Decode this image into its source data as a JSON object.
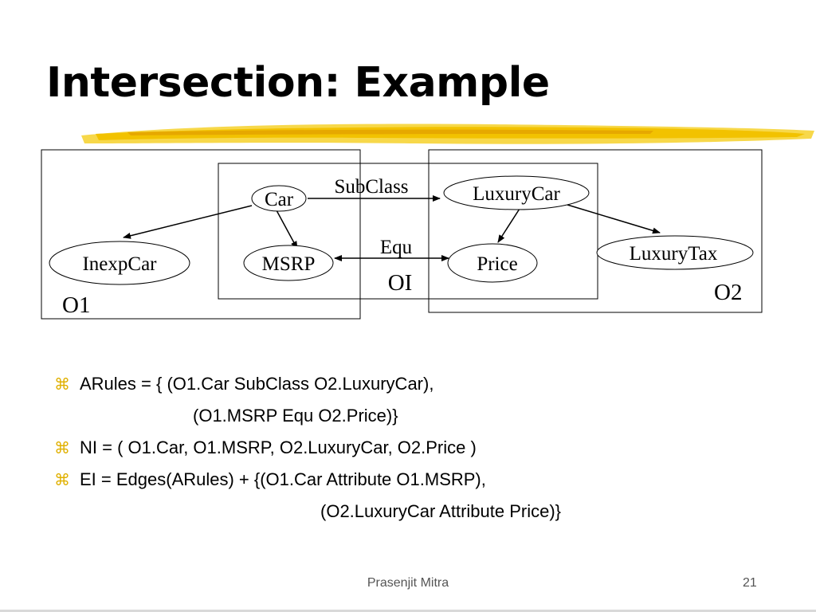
{
  "title": "Intersection: Example",
  "diagram": {
    "boxes": {
      "o1": "O1",
      "o2": "O2",
      "oi": "OI"
    },
    "nodes": {
      "car": "Car",
      "inexpcar": "InexpCar",
      "msrp": "MSRP",
      "luxurycar": "LuxuryCar",
      "price": "Price",
      "luxurytax": "LuxuryTax"
    },
    "edges": {
      "subclass": "SubClass",
      "equ": "Equ"
    }
  },
  "bullets": [
    {
      "lines": [
        "ARules = { (O1.Car SubClass O2.LuxuryCar),",
        "(O1.MSRP Equ O2.Price)}"
      ]
    },
    {
      "lines": [
        "NI = ( O1.Car, O1.MSRP, O2.LuxuryCar, O2.Price )"
      ]
    },
    {
      "lines": [
        "EI = Edges(ARules) + {(O1.Car Attribute O1.MSRP),",
        "(O2.LuxuryCar Attribute Price)}"
      ]
    }
  ],
  "footer": {
    "author": "Prasenjit Mitra",
    "page": "21"
  },
  "colors": {
    "accent_highlight": "#f2c200",
    "text": "#000000"
  }
}
